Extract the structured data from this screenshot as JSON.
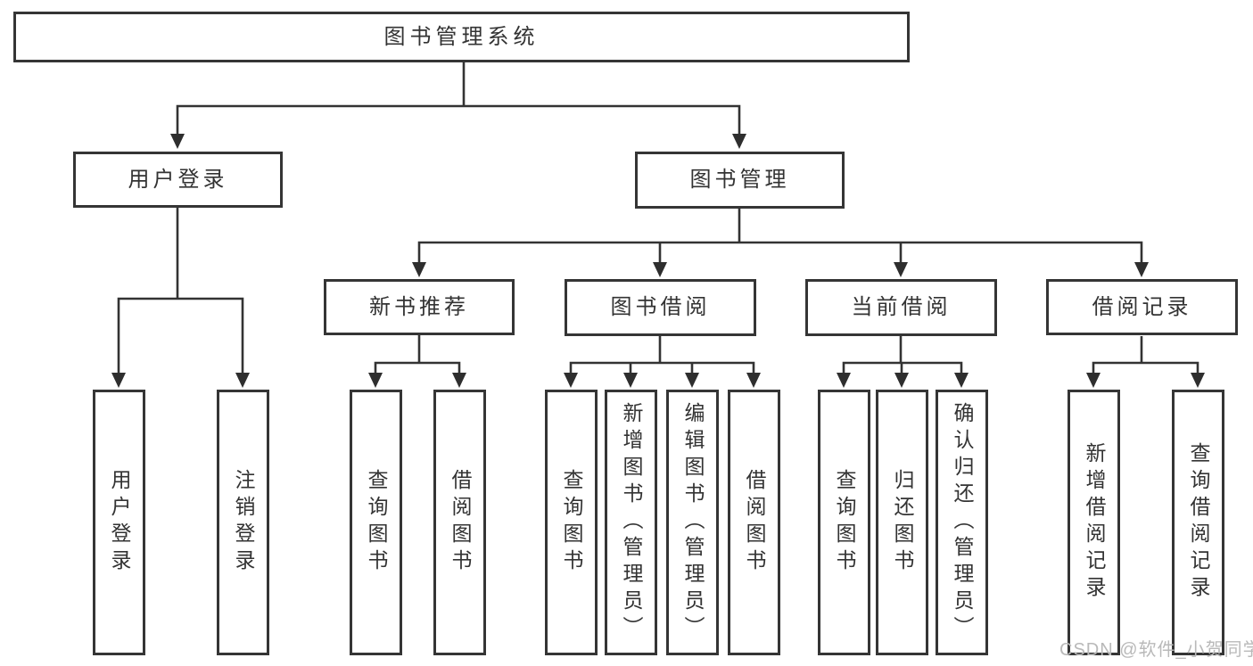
{
  "tree": {
    "root": {
      "label": "图书管理系统",
      "children": [
        {
          "label": "用户登录",
          "children": [
            {
              "label": "用户登录"
            },
            {
              "label": "注销登录"
            }
          ]
        },
        {
          "label": "图书管理",
          "children": [
            {
              "label": "新书推荐",
              "children": [
                {
                  "label": "查询图书"
                },
                {
                  "label": "借阅图书"
                }
              ]
            },
            {
              "label": "图书借阅",
              "children": [
                {
                  "label": "查询图书"
                },
                {
                  "label": "新增图书（管理员）"
                },
                {
                  "label": "编辑图书（管理员）"
                },
                {
                  "label": "借阅图书"
                }
              ]
            },
            {
              "label": "当前借阅",
              "children": [
                {
                  "label": "查询图书"
                },
                {
                  "label": "归还图书"
                },
                {
                  "label": "确认归还（管理员）"
                }
              ]
            },
            {
              "label": "借阅记录",
              "children": [
                {
                  "label": "新增借阅记录"
                },
                {
                  "label": "查询借阅记录"
                }
              ]
            }
          ]
        }
      ]
    }
  },
  "watermark": {
    "text": "CSDN @软件_小贺同学"
  },
  "colors": {
    "line": "#333333",
    "box_border": "#353535",
    "text": "#333333",
    "watermark": "#b9b9b9",
    "background": "#ffffff"
  }
}
